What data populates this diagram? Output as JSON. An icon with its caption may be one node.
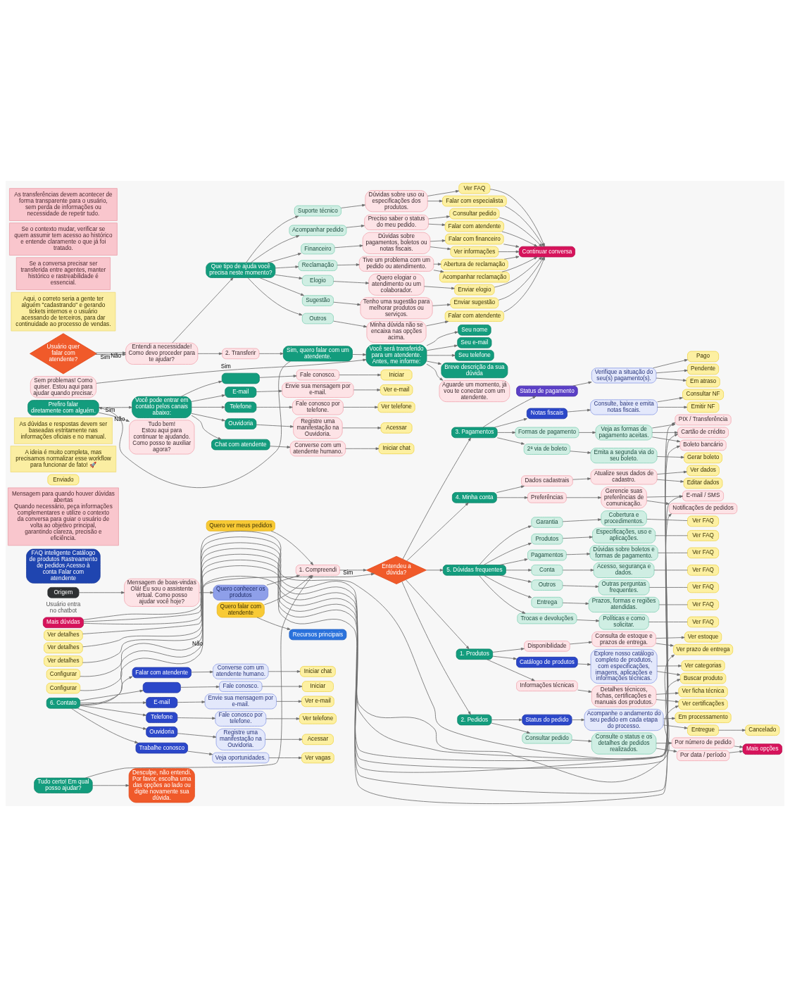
{
  "diagram": {
    "nodes": [
      {
        "text": [
          "Origem"
        ],
        "beside": [
          "Usuário entra no chatbot"
        ]
      },
      {
        "text": [
          "Mensagem de boas-vindas",
          "Olá! Eu sou o assistente virtual. Como posso ajudar você hoje?"
        ]
      },
      {
        "text": [
          "Quero conhecer os produtos"
        ]
      },
      {
        "text": [
          "Quero ver meus pedidos"
        ]
      },
      {
        "text": [
          "Quero falar com atendente"
        ]
      },
      {
        "text": [
          "Recursos principais"
        ]
      },
      {
        "text": [
          "FAQ inteligente Catálogo de produtos Rastreamento de pedidos Acesso à conta Falar com atendente"
        ]
      },
      {
        "text": [
          "1. Compreendi"
        ]
      },
      {
        "text": [
          "Tudo certo! Em qual posso ajudar?"
        ]
      },
      {
        "text": [
          "Desculpe, não entendi.",
          "Por favor, escolha uma das opções ao lado ou digite novamente sua dúvida."
        ]
      },
      {
        "text": [
          "Entendeu a dúvida?"
        ]
      },
      {
        "text": [
          "1. Produtos"
        ]
      },
      {
        "text": [
          "Catálogo de produtos"
        ]
      },
      {
        "text": [
          "Explore nosso catálogo completo de produtos, com especificações, imagens, aplicações e informações técnicas."
        ]
      },
      {
        "text": [
          "Ver categorias"
        ]
      },
      {
        "text": [
          "Buscar produto"
        ]
      },
      {
        "text": [
          "Informações técnicas"
        ]
      },
      {
        "text": [
          "Detalhes técnicos, fichas, certificações e manuais dos produtos."
        ]
      },
      {
        "text": [
          "Ver ficha técnica"
        ]
      },
      {
        "text": [
          "Ver certificações"
        ]
      },
      {
        "text": [
          "Disponibilidade"
        ]
      },
      {
        "text": [
          "Consulta de estoque e prazos de entrega."
        ]
      },
      {
        "text": [
          "Ver estoque"
        ]
      },
      {
        "text": [
          "Ver prazo de entrega"
        ]
      },
      {
        "text": [
          "Mais dúvidas"
        ]
      },
      {
        "text": [
          "Mensagem para quando houver dúvidas abertas",
          "Quando necessário, peça informações complementares e utilize o contexto da conversa para guiar o usuário de volta ao objetivo principal, garantindo clareza, precisão e eficiência."
        ]
      },
      {
        "text": [
          "2. Pedidos"
        ]
      },
      {
        "text": [
          "Consultar pedido"
        ]
      },
      {
        "text": [
          "Consulte o status e os detalhes de pedidos realizados."
        ]
      },
      {
        "text": [
          "Por número de pedido"
        ]
      },
      {
        "text": [
          "Por data / período"
        ]
      },
      {
        "text": [
          "Mais opções"
        ]
      },
      {
        "text": [
          "Status do pedido"
        ]
      },
      {
        "text": [
          "Acompanhe o andamento do seu pedido em cada etapa do processo."
        ]
      },
      {
        "text": [
          "Em processamento"
        ]
      },
      {
        "text": [
          "Enviado"
        ]
      },
      {
        "text": [
          "Entregue"
        ]
      },
      {
        "text": [
          "Cancelado"
        ]
      },
      {
        "text": [
          "3. Pagamentos"
        ]
      },
      {
        "text": [
          "Formas de pagamento"
        ]
      },
      {
        "text": [
          "Veja as formas de pagamento aceitas."
        ]
      },
      {
        "text": [
          "Cartão de crédito"
        ]
      },
      {
        "text": [
          "Boleto bancário"
        ]
      },
      {
        "text": [
          "PIX / Transferência"
        ]
      },
      {
        "text": [
          "Ver detalhes"
        ]
      },
      {
        "text": [
          "Ver detalhes"
        ]
      },
      {
        "text": [
          "Ver detalhes"
        ]
      },
      {
        "text": [
          "2ª via de boleto"
        ]
      },
      {
        "text": [
          "Emita a segunda via do seu boleto."
        ]
      },
      {
        "text": [
          "Gerar boleto"
        ]
      },
      {
        "text": [
          "Status de pagamento"
        ]
      },
      {
        "text": [
          "Verifique a situação do seu(s) pagamento(s)."
        ]
      },
      {
        "text": [
          "Pago"
        ]
      },
      {
        "text": [
          "Pendente"
        ]
      },
      {
        "text": [
          "Em atraso"
        ]
      },
      {
        "text": [
          "Notas fiscais"
        ]
      },
      {
        "text": [
          "Consulte, baixe e emita notas fiscais."
        ]
      },
      {
        "text": [
          "Consultar NF"
        ]
      },
      {
        "text": [
          "Emitir NF"
        ]
      },
      {
        "text": [
          "4. Minha conta"
        ]
      },
      {
        "text": [
          "Dados cadastrais"
        ]
      },
      {
        "text": [
          "Atualize seus dados de cadastro."
        ]
      },
      {
        "text": [
          "Ver dados"
        ]
      },
      {
        "text": [
          "Editar dados"
        ]
      },
      {
        "text": [
          "Preferências"
        ]
      },
      {
        "text": [
          "Gerencie suas preferências de comunicação."
        ]
      },
      {
        "text": [
          "E-mail / SMS"
        ]
      },
      {
        "text": [
          "Notificações de pedidos"
        ]
      },
      {
        "text": [
          "Configurar"
        ]
      },
      {
        "text": [
          "Configurar"
        ]
      },
      {
        "text": [
          "5. Dúvidas frequentes"
        ]
      },
      {
        "text": [
          "Entrega"
        ]
      },
      {
        "text": [
          "Prazos, formas e regiões atendidas."
        ]
      },
      {
        "text": [
          "Ver FAQ"
        ]
      },
      {
        "text": [
          "Trocas e devoluções"
        ]
      },
      {
        "text": [
          "Políticas e como solicitar."
        ]
      },
      {
        "text": [
          "Ver FAQ"
        ]
      },
      {
        "text": [
          "Garantia"
        ]
      },
      {
        "text": [
          "Cobertura e procedimentos."
        ]
      },
      {
        "text": [
          "Ver FAQ"
        ]
      },
      {
        "text": [
          "Produtos"
        ]
      },
      {
        "text": [
          "Especificações, uso e aplicações."
        ]
      },
      {
        "text": [
          "Ver FAQ"
        ]
      },
      {
        "text": [
          "Pagamentos"
        ]
      },
      {
        "text": [
          "Dúvidas sobre boletos e formas de pagamento."
        ]
      },
      {
        "text": [
          "Ver FAQ"
        ]
      },
      {
        "text": [
          "Conta"
        ]
      },
      {
        "text": [
          "Acesso, segurança e dados."
        ]
      },
      {
        "text": [
          "Ver FAQ"
        ]
      },
      {
        "text": [
          "Outros"
        ]
      },
      {
        "text": [
          "Outras perguntas frequentes."
        ]
      },
      {
        "text": [
          "Ver FAQ"
        ]
      },
      {
        "text": [
          "6. Contato"
        ]
      },
      {
        "text": [
          "Falar com atendente"
        ]
      },
      {
        "text": [
          "Converse com um atendente humano."
        ]
      },
      {
        "text": [
          "Iniciar chat"
        ]
      },
      {
        "text": [],
        "shape": "box"
      },
      {
        "text": [
          "Fale conosco."
        ]
      },
      {
        "text": [
          "Iniciar"
        ]
      },
      {
        "text": [
          "E-mail"
        ]
      },
      {
        "text": [
          "Envie sua mensagem por e-mail."
        ]
      },
      {
        "text": [
          "Ver e-mail"
        ]
      },
      {
        "text": [
          "Telefone"
        ]
      },
      {
        "text": [
          "Fale conosco por telefone."
        ]
      },
      {
        "text": [
          "Ver telefone"
        ]
      },
      {
        "text": [
          "Ouvidoria"
        ]
      },
      {
        "text": [
          "Registre uma manifestação na Ouvidoria."
        ]
      },
      {
        "text": [
          "Acessar"
        ]
      },
      {
        "text": [
          "Trabalhe conosco"
        ]
      },
      {
        "text": [
          "Veja oportunidades."
        ]
      },
      {
        "text": [
          "Ver vagas"
        ]
      },
      {
        "text": [
          "A ideia é muito completa, mas precisamos normalizar esse workflow para funcionar de fato! 🚀"
        ]
      },
      {
        "text": [
          "As dúvidas e respostas devem ser baseadas estritamente nas informações oficiais e no manual."
        ]
      },
      {
        "text": [
          "Usuário quer falar com atendente?"
        ]
      },
      {
        "text": [
          "Entendi a necessidade!",
          "Como devo proceder para te ajudar?"
        ]
      },
      {
        "text": [
          "Que tipo de ajuda você precisa neste momento?"
        ]
      },
      {
        "text": [
          "Suporte técnico"
        ]
      },
      {
        "text": [
          "Dúvidas sobre uso ou especificações dos produtos."
        ]
      },
      {
        "text": [
          "Ver FAQ"
        ]
      },
      {
        "text": [
          "Falar com especialista"
        ]
      },
      {
        "text": [
          "Acompanhar pedido"
        ]
      },
      {
        "text": [
          "Preciso saber o status do meu pedido."
        ]
      },
      {
        "text": [
          "Consultar pedido"
        ]
      },
      {
        "text": [
          "Falar com atendente"
        ]
      },
      {
        "text": [
          "Financeiro"
        ]
      },
      {
        "text": [
          "Dúvidas sobre pagamentos, boletos ou notas fiscais."
        ]
      },
      {
        "text": [
          "Falar com financeiro"
        ]
      },
      {
        "text": [
          "Ver informações"
        ]
      },
      {
        "text": [
          "Reclamação"
        ]
      },
      {
        "text": [
          "Tive um problema com um pedido ou atendimento."
        ]
      },
      {
        "text": [
          "Abertura de reclamação"
        ]
      },
      {
        "text": [
          "Acompanhar reclamação"
        ]
      },
      {
        "text": [
          "Elogio"
        ]
      },
      {
        "text": [
          "Quero elogiar o atendimento ou um colaborador."
        ]
      },
      {
        "text": [
          "Enviar elogio"
        ]
      },
      {
        "text": [
          "Sugestão"
        ]
      },
      {
        "text": [
          "Tenho uma sugestão para melhorar produtos ou serviços."
        ]
      },
      {
        "text": [
          "Enviar sugestão"
        ]
      },
      {
        "text": [
          "Outros"
        ]
      },
      {
        "text": [
          "Minha dúvida não se encaixa nas opções acima."
        ]
      },
      {
        "text": [
          "Falar com atendente"
        ]
      },
      {
        "text": [
          "Continuar conversa"
        ]
      },
      {
        "text": [
          "2. Transferir"
        ]
      },
      {
        "text": [
          "Prefiro falar diretamente com alguém."
        ]
      },
      {
        "text": [
          "Você pode entrar em contato pelos canais abaixo:"
        ]
      },
      {
        "text": [],
        "shape": "box"
      },
      {
        "text": [
          "Fale conosco."
        ]
      },
      {
        "text": [
          "Iniciar"
        ]
      },
      {
        "text": [
          "E-mail"
        ]
      },
      {
        "text": [
          "Envie sua mensagem por e-mail."
        ]
      },
      {
        "text": [
          "Ver e-mail"
        ]
      },
      {
        "text": [
          "Telefone"
        ]
      },
      {
        "text": [
          "Fale conosco por telefone."
        ]
      },
      {
        "text": [
          "Ver telefone"
        ]
      },
      {
        "text": [
          "Ouvidoria"
        ]
      },
      {
        "text": [
          "Registre uma manifestação na Ouvidoria."
        ]
      },
      {
        "text": [
          "Acessar"
        ]
      },
      {
        "text": [
          "Chat com atendente"
        ]
      },
      {
        "text": [
          "Converse com um atendente humano."
        ]
      },
      {
        "text": [
          "Iniciar chat"
        ]
      },
      {
        "text": [
          "Tudo bem!",
          "Estou aqui para continuar te ajudando. Como posso te auxiliar agora?"
        ]
      },
      {
        "text": [
          "Sim, quero falar com um atendente."
        ]
      },
      {
        "text": [
          "Você será transferido para um atendente. Antes, me informe:"
        ]
      },
      {
        "text": [
          "Seu nome"
        ]
      },
      {
        "text": [
          "Seu e-mail"
        ]
      },
      {
        "text": [
          "Seu telefone"
        ]
      },
      {
        "text": [
          "Breve descrição da sua dúvida"
        ]
      },
      {
        "text": [
          "Aguarde um momento, já vou te conectar com um atendente."
        ]
      },
      {
        "text": [
          "Sem problemas! Como quiser. Estou aqui para ajudar quando precisar."
        ]
      },
      {
        "text": [
          "Aqui, o correto seria a gente ter alguém \"cadastrando\" e gerando tickets internos e o usuário acessando de terceiros, para dar continuidade ao processo de vendas."
        ]
      },
      {
        "text": [
          "Se a conversa precisar ser transferida entre agentes, manter histórico e rastreabilidade é essencial."
        ]
      },
      {
        "text": [
          "Se o contexto mudar, verificar se quem assumir tem acesso ao histórico e entende claramente o que já foi tratado."
        ]
      },
      {
        "text": [
          "As transferências devem acontecer de forma transparente para o usuário, sem perda de informações ou necessidade de repetir tudo."
        ]
      }
    ],
    "edges": [
      {
        "from": 0,
        "to": 1,
        "arrow": "to"
      },
      {
        "from": 1,
        "to": 2,
        "arrow": "to"
      },
      {
        "from": 2,
        "to": 7,
        "arrow": "to"
      },
      {
        "from": 3,
        "to": 7,
        "arrow": "to"
      },
      {
        "from": 4,
        "to": 7,
        "arrow": "to"
      },
      {
        "from": 4,
        "to": 5,
        "arrow": "to"
      },
      {
        "from": 8,
        "to": 7,
        "arrow": "to"
      },
      {
        "from": 8,
        "to": 9,
        "arrow": "to"
      },
      {
        "from": 7,
        "to": 10,
        "arrow": "to",
        "label": "Sim"
      },
      {
        "from": 10,
        "to": 11,
        "arrow": "to"
      },
      {
        "from": 11,
        "to": 12,
        "arrow": "to"
      },
      {
        "from": 11,
        "to": 16,
        "arrow": "to"
      },
      {
        "from": 11,
        "to": 20,
        "arrow": "to"
      },
      {
        "from": 12,
        "to": 13,
        "arrow": "to"
      },
      {
        "from": 13,
        "to": 14,
        "arrow": "to"
      },
      {
        "from": 13,
        "to": 15,
        "arrow": "to"
      },
      {
        "from": 16,
        "to": 17,
        "arrow": "to"
      },
      {
        "from": 17,
        "to": 18,
        "arrow": "to"
      },
      {
        "from": 17,
        "to": 19,
        "arrow": "to"
      },
      {
        "from": 20,
        "to": 21,
        "arrow": "to"
      },
      {
        "from": 21,
        "to": 22,
        "arrow": "to"
      },
      {
        "from": 21,
        "to": 23,
        "arrow": "to"
      },
      {
        "from": 24,
        "to": 15,
        "arrow": "to"
      },
      {
        "from": 24,
        "to": 19,
        "arrow": "to"
      },
      {
        "from": 24,
        "to": 23,
        "arrow": "to"
      },
      {
        "from": 10,
        "to": 26,
        "arrow": "to"
      },
      {
        "from": 26,
        "to": 27,
        "arrow": "to"
      },
      {
        "from": 26,
        "to": 32,
        "arrow": "to"
      },
      {
        "from": 27,
        "to": 28,
        "arrow": "to"
      },
      {
        "from": 28,
        "to": 29,
        "arrow": "to"
      },
      {
        "from": 28,
        "to": 30,
        "arrow": "to"
      },
      {
        "from": 29,
        "to": 31,
        "arrow": "to"
      },
      {
        "from": 30,
        "to": 31,
        "arrow": "to"
      },
      {
        "from": 32,
        "to": 33,
        "arrow": "to"
      },
      {
        "from": 33,
        "to": 34,
        "arrow": "to"
      },
      {
        "from": 33,
        "to": 36,
        "arrow": "to"
      },
      {
        "from": 36,
        "to": 37,
        "arrow": "to"
      },
      {
        "from": 10,
        "to": 38,
        "arrow": "to"
      },
      {
        "from": 38,
        "to": 39,
        "arrow": "to"
      },
      {
        "from": 38,
        "to": 47,
        "arrow": "to"
      },
      {
        "from": 38,
        "to": 50,
        "arrow": "to"
      },
      {
        "from": 38,
        "to": 55,
        "arrow": "to"
      },
      {
        "from": 39,
        "to": 40,
        "arrow": "to"
      },
      {
        "from": 40,
        "to": 41,
        "arrow": "to"
      },
      {
        "from": 40,
        "to": 42,
        "arrow": "to"
      },
      {
        "from": 40,
        "to": 43,
        "arrow": "to"
      },
      {
        "from": 44,
        "to": 41,
        "arrow": "to"
      },
      {
        "from": 45,
        "to": 42,
        "arrow": "to"
      },
      {
        "from": 46,
        "to": 43,
        "arrow": "to"
      },
      {
        "from": 47,
        "to": 48,
        "arrow": "to"
      },
      {
        "from": 48,
        "to": 49,
        "arrow": "to"
      },
      {
        "from": 50,
        "to": 51,
        "arrow": "to"
      },
      {
        "from": 51,
        "to": 52,
        "arrow": "to"
      },
      {
        "from": 51,
        "to": 53,
        "arrow": "to"
      },
      {
        "from": 51,
        "to": 54,
        "arrow": "to"
      },
      {
        "from": 55,
        "to": 56,
        "arrow": "to"
      },
      {
        "from": 56,
        "to": 57,
        "arrow": "to"
      },
      {
        "from": 56,
        "to": 58,
        "arrow": "to"
      },
      {
        "from": 10,
        "to": 59,
        "arrow": "to"
      },
      {
        "from": 59,
        "to": 60,
        "arrow": "to"
      },
      {
        "from": 59,
        "to": 64,
        "arrow": "to"
      },
      {
        "from": 60,
        "to": 61,
        "arrow": "to"
      },
      {
        "from": 61,
        "to": 62,
        "arrow": "to"
      },
      {
        "from": 61,
        "to": 63,
        "arrow": "to"
      },
      {
        "from": 64,
        "to": 65,
        "arrow": "to"
      },
      {
        "from": 65,
        "to": 66,
        "arrow": "to"
      },
      {
        "from": 65,
        "to": 67,
        "arrow": "to"
      },
      {
        "from": 68,
        "to": 66,
        "arrow": "to"
      },
      {
        "from": 69,
        "to": 67,
        "arrow": "to"
      },
      {
        "from": 10,
        "to": 70,
        "arrow": "to"
      },
      {
        "from": 70,
        "to": 71,
        "arrow": "to"
      },
      {
        "from": 71,
        "to": 72,
        "arrow": "to"
      },
      {
        "from": 72,
        "to": 73,
        "arrow": "none"
      },
      {
        "from": 70,
        "to": 74,
        "arrow": "to"
      },
      {
        "from": 74,
        "to": 75,
        "arrow": "to"
      },
      {
        "from": 75,
        "to": 76,
        "arrow": "none"
      },
      {
        "from": 70,
        "to": 77,
        "arrow": "to"
      },
      {
        "from": 77,
        "to": 78,
        "arrow": "to"
      },
      {
        "from": 78,
        "to": 79,
        "arrow": "none"
      },
      {
        "from": 70,
        "to": 80,
        "arrow": "to"
      },
      {
        "from": 80,
        "to": 81,
        "arrow": "to"
      },
      {
        "from": 81,
        "to": 82,
        "arrow": "none"
      },
      {
        "from": 70,
        "to": 83,
        "arrow": "to"
      },
      {
        "from": 83,
        "to": 84,
        "arrow": "to"
      },
      {
        "from": 84,
        "to": 85,
        "arrow": "none"
      },
      {
        "from": 70,
        "to": 86,
        "arrow": "to"
      },
      {
        "from": 86,
        "to": 87,
        "arrow": "to"
      },
      {
        "from": 87,
        "to": 88,
        "arrow": "none"
      },
      {
        "from": 70,
        "to": 89,
        "arrow": "to"
      },
      {
        "from": 89,
        "to": 90,
        "arrow": "to"
      },
      {
        "from": 90,
        "to": 91,
        "arrow": "none"
      },
      {
        "from": 92,
        "to": 10,
        "arrow": "to",
        "label": "Não"
      },
      {
        "from": 92,
        "to": 93,
        "arrow": "to"
      },
      {
        "from": 93,
        "to": 94,
        "arrow": "to"
      },
      {
        "from": 94,
        "to": 95,
        "arrow": "to"
      },
      {
        "from": 92,
        "to": 96,
        "arrow": "to"
      },
      {
        "from": 96,
        "to": 97,
        "arrow": "to"
      },
      {
        "from": 97,
        "to": 98,
        "arrow": "to"
      },
      {
        "from": 92,
        "to": 99,
        "arrow": "to"
      },
      {
        "from": 99,
        "to": 100,
        "arrow": "to"
      },
      {
        "from": 100,
        "to": 101,
        "arrow": "to"
      },
      {
        "from": 92,
        "to": 102,
        "arrow": "to"
      },
      {
        "from": 102,
        "to": 103,
        "arrow": "to"
      },
      {
        "from": 103,
        "to": 104,
        "arrow": "to"
      },
      {
        "from": 92,
        "to": 105,
        "arrow": "to"
      },
      {
        "from": 105,
        "to": 106,
        "arrow": "to"
      },
      {
        "from": 106,
        "to": 107,
        "arrow": "to"
      },
      {
        "from": 92,
        "to": 108,
        "arrow": "to"
      },
      {
        "from": 108,
        "to": 109,
        "arrow": "to"
      },
      {
        "from": 109,
        "to": 110,
        "arrow": "to"
      },
      {
        "from": 113,
        "to": 114,
        "arrow": "to",
        "label": "Sim"
      },
      {
        "from": 113,
        "to": 114,
        "arrow": "to",
        "label": "Não"
      },
      {
        "from": 114,
        "to": 115,
        "arrow": "to"
      },
      {
        "from": 115,
        "to": 116,
        "arrow": "to"
      },
      {
        "from": 116,
        "to": 117,
        "arrow": "to"
      },
      {
        "from": 117,
        "to": 118,
        "arrow": "to"
      },
      {
        "from": 117,
        "to": 119,
        "arrow": "to"
      },
      {
        "from": 115,
        "to": 120,
        "arrow": "to"
      },
      {
        "from": 120,
        "to": 121,
        "arrow": "to"
      },
      {
        "from": 121,
        "to": 122,
        "arrow": "to"
      },
      {
        "from": 121,
        "to": 123,
        "arrow": "to"
      },
      {
        "from": 115,
        "to": 124,
        "arrow": "to"
      },
      {
        "from": 124,
        "to": 125,
        "arrow": "to"
      },
      {
        "from": 125,
        "to": 126,
        "arrow": "to"
      },
      {
        "from": 125,
        "to": 127,
        "arrow": "to"
      },
      {
        "from": 115,
        "to": 128,
        "arrow": "to"
      },
      {
        "from": 128,
        "to": 129,
        "arrow": "to"
      },
      {
        "from": 129,
        "to": 130,
        "arrow": "to"
      },
      {
        "from": 129,
        "to": 131,
        "arrow": "to"
      },
      {
        "from": 115,
        "to": 132,
        "arrow": "to"
      },
      {
        "from": 132,
        "to": 133,
        "arrow": "to"
      },
      {
        "from": 133,
        "to": 134,
        "arrow": "to"
      },
      {
        "from": 115,
        "to": 135,
        "arrow": "to"
      },
      {
        "from": 135,
        "to": 136,
        "arrow": "to"
      },
      {
        "from": 136,
        "to": 137,
        "arrow": "to"
      },
      {
        "from": 115,
        "to": 138,
        "arrow": "to"
      },
      {
        "from": 138,
        "to": 139,
        "arrow": "to"
      },
      {
        "from": 139,
        "to": 140,
        "arrow": "to"
      },
      {
        "from": 118,
        "to": 141,
        "arrow": "to"
      },
      {
        "from": 119,
        "to": 141,
        "arrow": "to"
      },
      {
        "from": 122,
        "to": 141,
        "arrow": "to"
      },
      {
        "from": 123,
        "to": 141,
        "arrow": "to"
      },
      {
        "from": 126,
        "to": 141,
        "arrow": "to"
      },
      {
        "from": 127,
        "to": 141,
        "arrow": "to"
      },
      {
        "from": 130,
        "to": 141,
        "arrow": "to"
      },
      {
        "from": 131,
        "to": 141,
        "arrow": "to"
      },
      {
        "from": 134,
        "to": 141,
        "arrow": "to"
      },
      {
        "from": 137,
        "to": 141,
        "arrow": "to"
      },
      {
        "from": 140,
        "to": 141,
        "arrow": "to"
      },
      {
        "from": 114,
        "to": 142,
        "arrow": "to"
      },
      {
        "from": 142,
        "to": 161,
        "arrow": "to"
      },
      {
        "from": 161,
        "to": 143,
        "arrow": "to"
      },
      {
        "from": 143,
        "to": 144,
        "arrow": "to",
        "label": "Sim"
      },
      {
        "from": 143,
        "to": 160,
        "arrow": "to",
        "label": "Não"
      },
      {
        "from": 144,
        "to": 145,
        "arrow": "to"
      },
      {
        "from": 145,
        "to": 146,
        "arrow": "to"
      },
      {
        "from": 146,
        "to": 147,
        "arrow": "to"
      },
      {
        "from": 144,
        "to": 148,
        "arrow": "to"
      },
      {
        "from": 148,
        "to": 149,
        "arrow": "to"
      },
      {
        "from": 149,
        "to": 150,
        "arrow": "to"
      },
      {
        "from": 144,
        "to": 151,
        "arrow": "to"
      },
      {
        "from": 151,
        "to": 152,
        "arrow": "to"
      },
      {
        "from": 152,
        "to": 153,
        "arrow": "to"
      },
      {
        "from": 144,
        "to": 154,
        "arrow": "to"
      },
      {
        "from": 154,
        "to": 155,
        "arrow": "to"
      },
      {
        "from": 155,
        "to": 156,
        "arrow": "to"
      },
      {
        "from": 144,
        "to": 157,
        "arrow": "to"
      },
      {
        "from": 157,
        "to": 158,
        "arrow": "to"
      },
      {
        "from": 158,
        "to": 159,
        "arrow": "to"
      },
      {
        "from": 161,
        "to": 162,
        "arrow": "to"
      },
      {
        "from": 162,
        "to": 163,
        "arrow": "to"
      },
      {
        "from": 162,
        "to": 164,
        "arrow": "to"
      },
      {
        "from": 162,
        "to": 165,
        "arrow": "to"
      },
      {
        "from": 162,
        "to": 166,
        "arrow": "to"
      },
      {
        "from": 162,
        "to": 167,
        "arrow": "to"
      },
      {
        "from": 168,
        "to": 162,
        "arrow": "to",
        "label": "Sim"
      }
    ]
  }
}
